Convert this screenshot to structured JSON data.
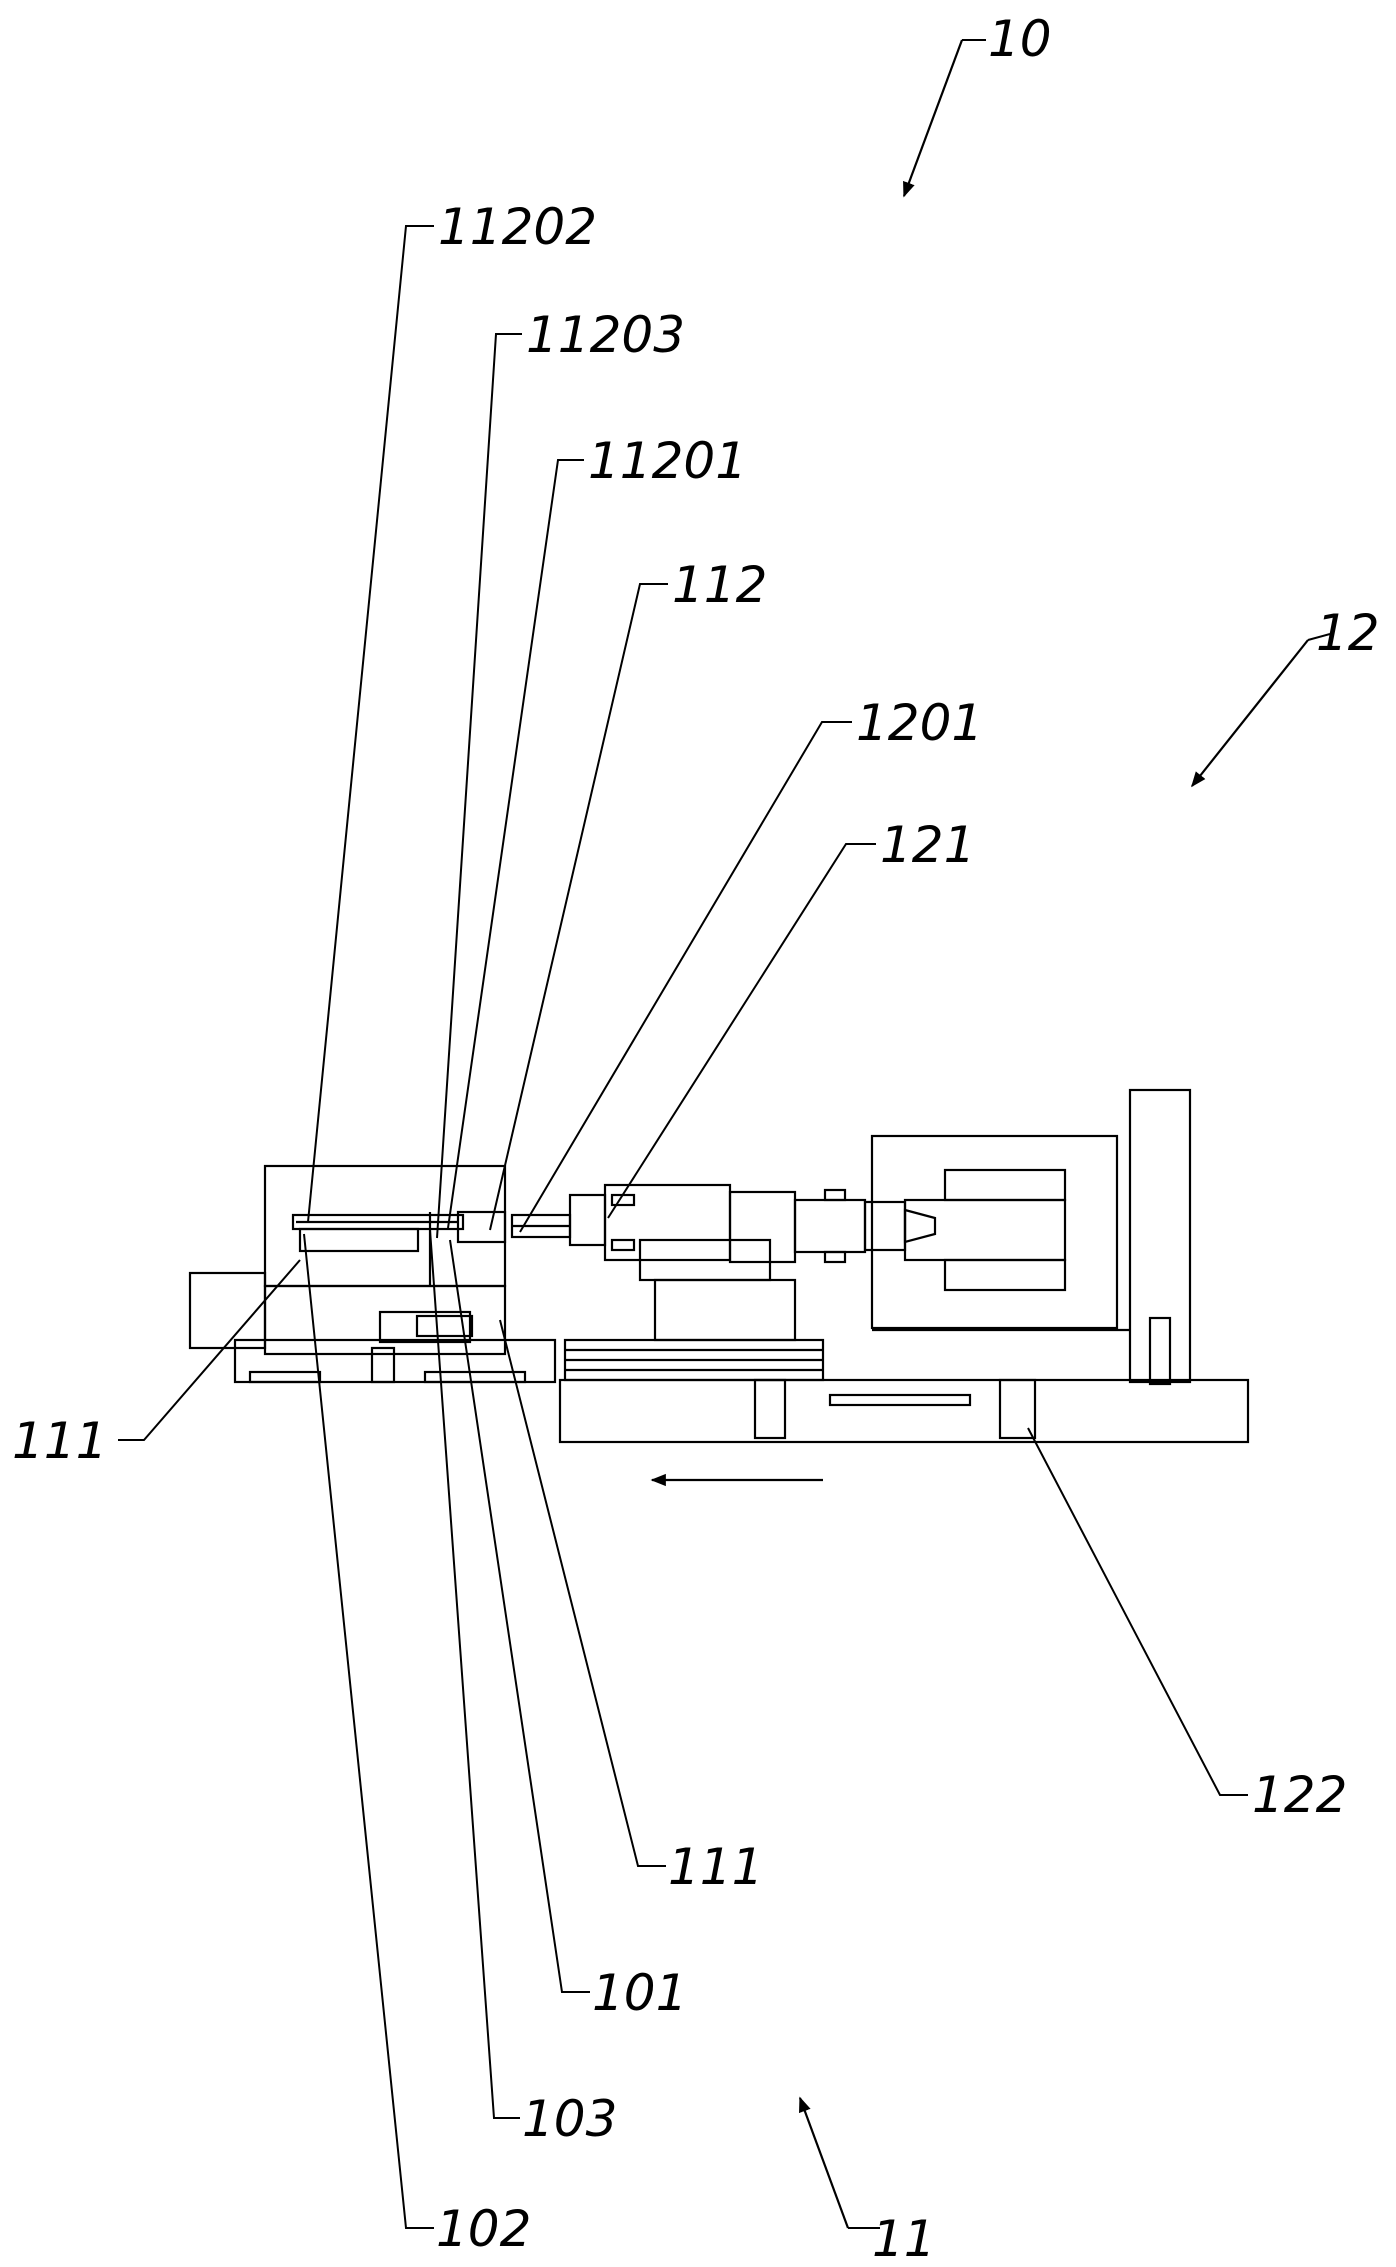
{
  "diagram": {
    "labels": [
      {
        "id": "label-10",
        "text": "10"
      },
      {
        "id": "label-11202",
        "text": "11202"
      },
      {
        "id": "label-11203",
        "text": "11203"
      },
      {
        "id": "label-11201",
        "text": "11201"
      },
      {
        "id": "label-112",
        "text": "112"
      },
      {
        "id": "label-12",
        "text": "12"
      },
      {
        "id": "label-1201",
        "text": "1201"
      },
      {
        "id": "label-121",
        "text": "121"
      },
      {
        "id": "label-111-left",
        "text": "111"
      },
      {
        "id": "label-122",
        "text": "122"
      },
      {
        "id": "label-111-bottom",
        "text": "111"
      },
      {
        "id": "label-101",
        "text": "101"
      },
      {
        "id": "label-103",
        "text": "103"
      },
      {
        "id": "label-102",
        "text": "102"
      },
      {
        "id": "label-11",
        "text": "11"
      }
    ]
  },
  "colors": {
    "ink": "#000000",
    "paper": "#ffffff"
  }
}
